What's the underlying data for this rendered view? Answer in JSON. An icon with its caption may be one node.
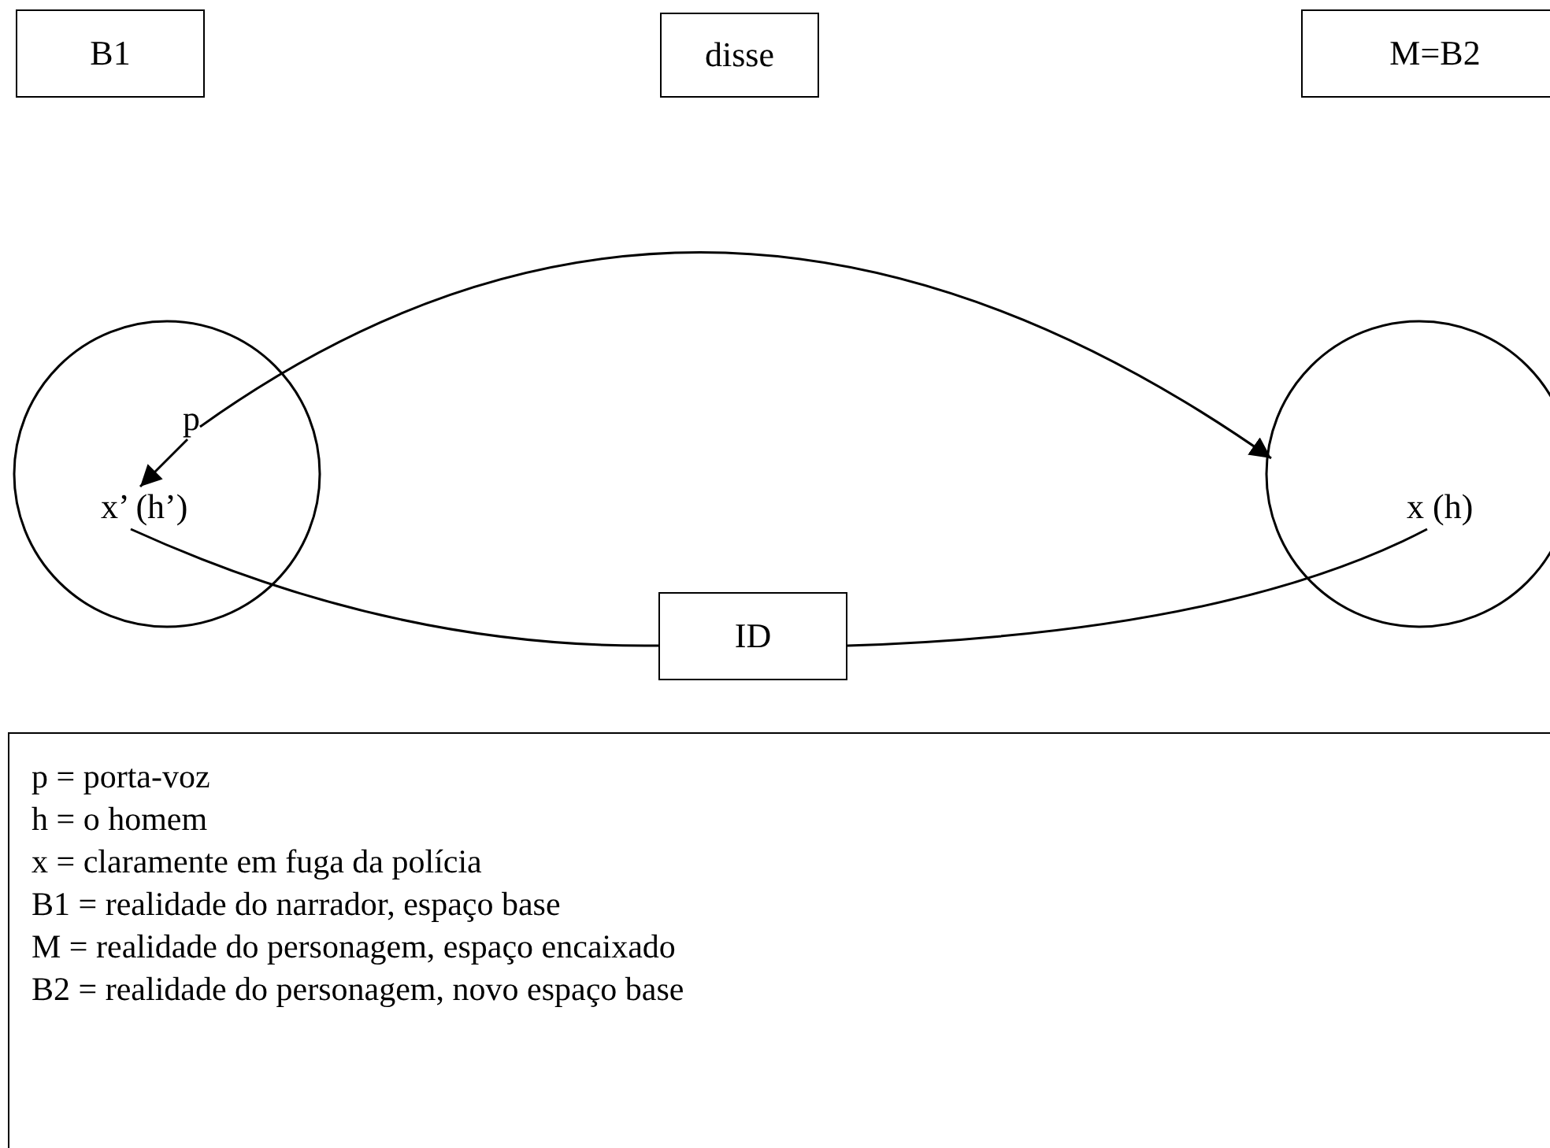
{
  "diagram": {
    "nodes": [
      {
        "text": [
          "B1"
        ]
      },
      {
        "text": [
          "disse"
        ]
      },
      {
        "text": [
          "M=B2"
        ]
      },
      {
        "text": [],
        "shape": "circle"
      },
      {
        "text": [
          "p"
        ],
        "in": 3
      },
      {
        "text": [
          "x’ (h’)"
        ],
        "in": 3
      },
      {
        "text": [],
        "shape": "circle"
      },
      {
        "text": [
          "x (h)"
        ],
        "in": 6
      },
      {
        "text": [
          "ID"
        ]
      },
      {
        "text": [
          "p = porta-voz",
          "h = o homem",
          "x = claramente em fuga da polícia",
          "B1 = realidade do narrador, espaço base",
          "M = realidade do personagem, espaço encaixado",
          "B2 = realidade do personagem, novo espaço base"
        ]
      }
    ],
    "edges": [
      {
        "from": 4,
        "to": 5,
        "arrow": "to"
      },
      {
        "from": 4,
        "to": 6,
        "arrow": "to"
      },
      {
        "from": 5,
        "to": 8,
        "arrow": "none"
      },
      {
        "from": 8,
        "to": 7,
        "arrow": "none"
      }
    ]
  }
}
